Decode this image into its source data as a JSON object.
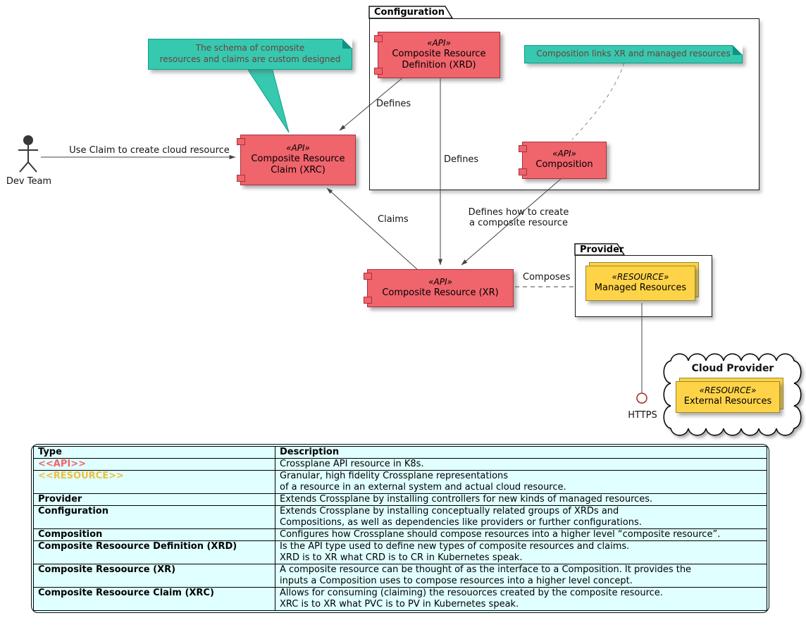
{
  "diagram": {
    "actor": {
      "label": "Dev Team"
    },
    "packages": {
      "configuration": "Configuration",
      "provider": "Provider",
      "cloud_provider": "Cloud Provider"
    },
    "nodes": {
      "xrd": {
        "stereotype": "«API»",
        "name": "Composite Resource\nDefinition (XRD)"
      },
      "composition": {
        "stereotype": "«API»",
        "name": "Composition"
      },
      "xrc": {
        "stereotype": "«API»",
        "name": "Composite Resource\nClaim (XRC)"
      },
      "xr": {
        "stereotype": "«API»",
        "name": "Composite Resource (XR)"
      },
      "managed": {
        "stereotype": "«RESOURCE»",
        "name": "Managed Resources"
      },
      "external": {
        "stereotype": "«RESOURCE»",
        "name": "External Resources"
      }
    },
    "notes": {
      "schema": "The schema of composite\nresources and claims are custom designed",
      "composition_links": "Composition links XR and managed resources"
    },
    "edges": {
      "use_claim": "Use Claim to create cloud resource",
      "defines_xrd_xrc": "Defines",
      "defines_xrd_xr": "Defines",
      "defines_composition_xr": "Defines how to create\na composite resource",
      "claims": "Claims",
      "composes": "Composes",
      "https": "HTTPS"
    },
    "colors": {
      "api_fill": "#F0646C",
      "api_border": "#A93039",
      "resource_fill": "#FFD348",
      "resource_border": "#9A8A28",
      "note_fill": "#36C9AF",
      "note_border": "#0E9E8C",
      "note_text": "#6B4040",
      "table_background": "#E0FFFF",
      "api_text": "#F0646C",
      "resource_text": "#EFBF3C",
      "line": "#454545"
    }
  },
  "table": {
    "headers": [
      "Type",
      "Description"
    ],
    "rows": [
      {
        "type": "<<API>>",
        "desc": "Crossplane API resource in K8s."
      },
      {
        "type": "<<RESOURCE>>",
        "desc": "Granular, high fidelity Crossplane representations\nof a resource in an external system and actual cloud resource."
      },
      {
        "type": "Provider",
        "desc": "Extends Crossplane by installing controllers for new kinds of managed resources."
      },
      {
        "type": "Configuration",
        "desc": "Extends Crossplane by installing conceptually related groups of XRDs and\nCompositions, as well as dependencies like providers or further configurations."
      },
      {
        "type": "Composition",
        "desc": "Configures how Crossplane should compose resources into a higher level “composite resource”."
      },
      {
        "type": "Composite Resoource Definition (XRD)",
        "desc": "Is the API type used to define new types of composite resources and claims.\nXRD is to XR what CRD is to CR in Kubernetes speak."
      },
      {
        "type": "Composite Resoource (XR)",
        "desc": "A composite resource can be thought of as the interface to a Composition. It provides the\ninputs a Composition uses to compose resources into a higher level concept."
      },
      {
        "type": "Composite Resoource Claim (XRC)",
        "desc": "Allows for consuming (claiming) the resouorces created by the composite resource.\nXRC is to XR what PVC is to PV in Kubernetes speak."
      }
    ]
  }
}
